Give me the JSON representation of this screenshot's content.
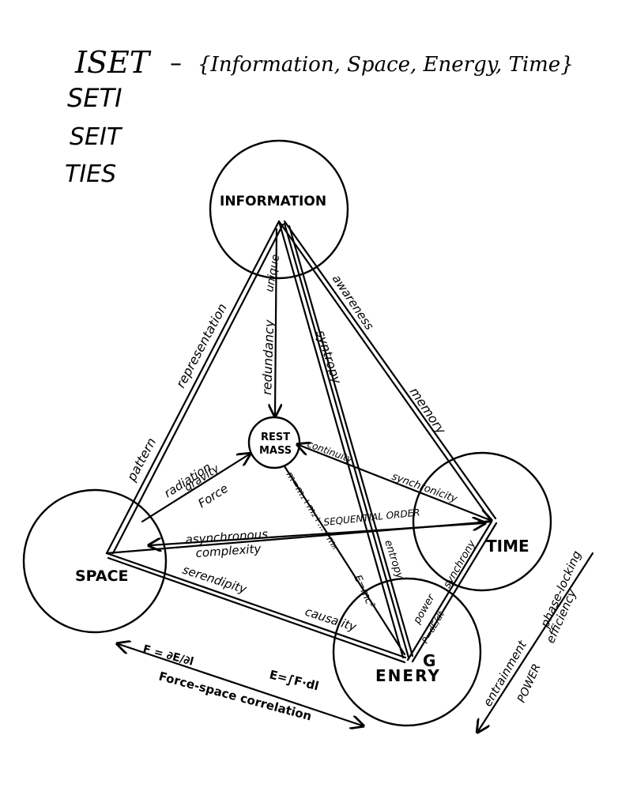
{
  "title": {
    "acronym": "ISET",
    "dash": "–",
    "set_text": "{Information, Space, Energy, Time}"
  },
  "anagrams": [
    "SETI",
    "SEIT",
    "TIES"
  ],
  "nodes": {
    "information": "INFORMATION",
    "rest_mass": [
      "REST",
      "MASS"
    ],
    "space": "SPACE",
    "time": "TIME",
    "energy": "ENERY"
  },
  "edge_labels": {
    "pattern": "pattern",
    "representation": "representation",
    "unique": "unique",
    "redundancy": "redundancy",
    "syntropy": "syntropy",
    "awareness": "awareness",
    "memory": "memory",
    "radiation": "radiation",
    "gravity": "gravity",
    "force": "Force",
    "continuity": "continuity",
    "synchronicity": "synchronicity",
    "sequential_order": "SEQUENTIAL ORDER",
    "asynchronous": "asynchronous",
    "complexity": "complexity",
    "mass_eq": "m=m₁+m₂+...+mₙ",
    "entropy": "entropy",
    "emc2": "E=mc²",
    "power": "power",
    "synchrony": "synchrony",
    "serendipity": "serendipity",
    "causality": "causality",
    "p_eq": "P=dE/dt",
    "g_sym": "G",
    "entrainment": "entrainment",
    "phase_locking": "phase-locking",
    "power2": "POWER",
    "efficiency": "efficiency",
    "f_eq": "F = ∂E/∂l",
    "e_integral": "E=∫F·dl",
    "force_space": "Force-space correlation"
  }
}
